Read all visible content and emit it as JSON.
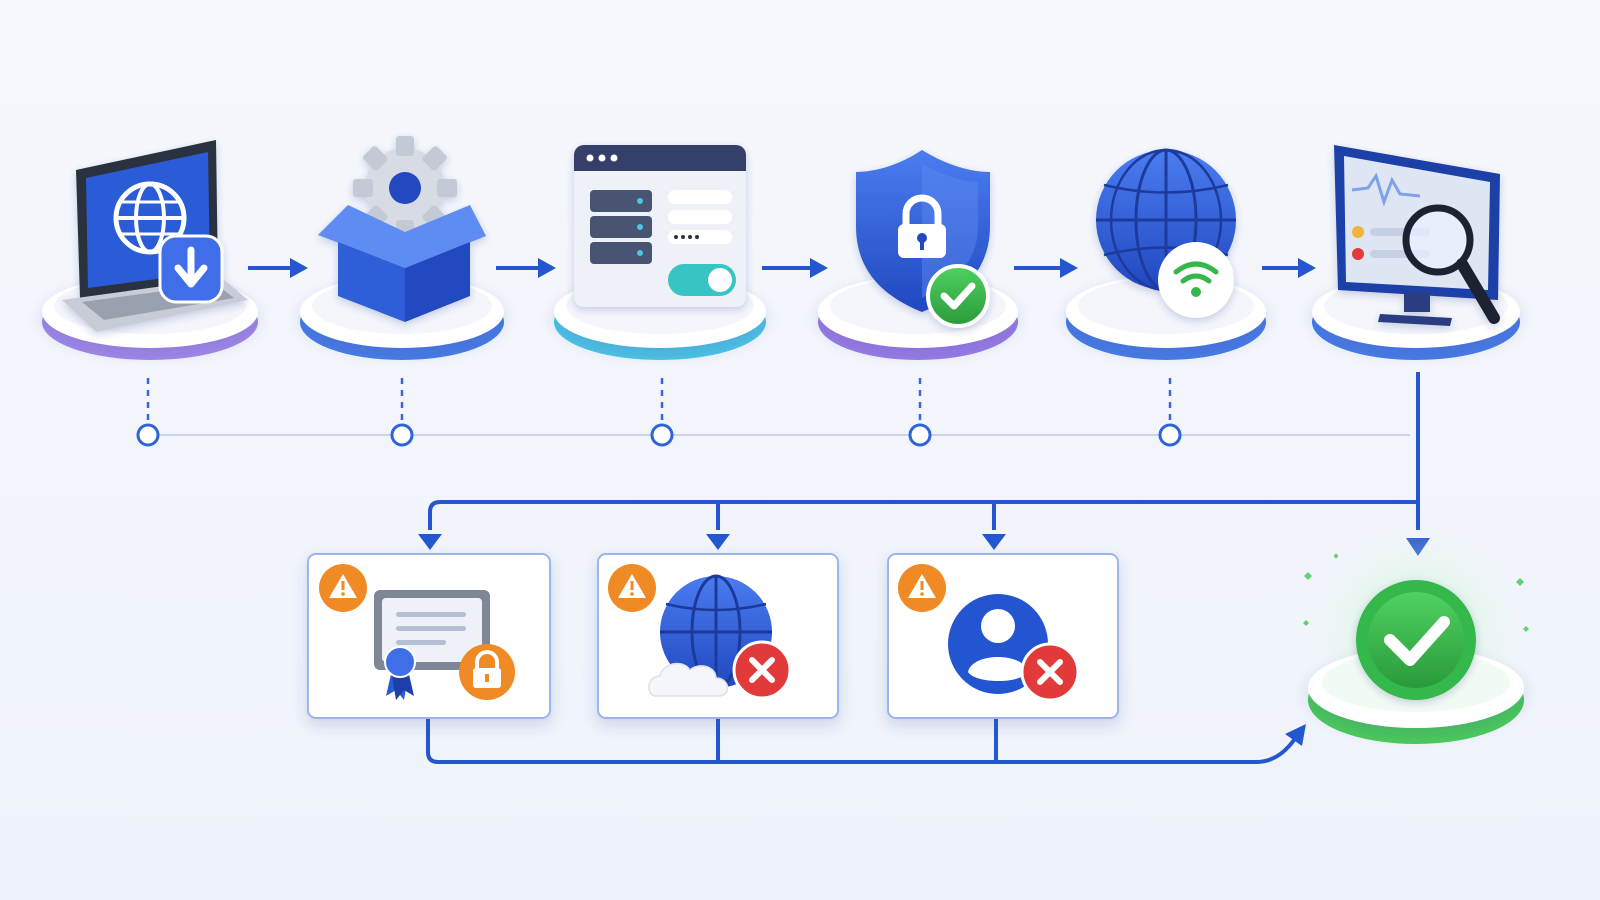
{
  "colors": {
    "primary_blue": "#2a5bd7",
    "dark_blue": "#1d3fa8",
    "connector_blue": "#2457cf",
    "purple_ring": "#9b7be6",
    "cyan_ring": "#4fc3e6",
    "success_green": "#35b84b",
    "warning_orange": "#f08a24",
    "error_red": "#e23a3a",
    "platform_white": "#ffffff",
    "timeline_line": "#c8d3ea"
  },
  "flow_steps": [
    {
      "id": "download",
      "icon": "laptop-globe-download-icon",
      "ring": "purple"
    },
    {
      "id": "install",
      "icon": "box-gear-icon",
      "ring": "blue"
    },
    {
      "id": "configure",
      "icon": "server-settings-window-icon",
      "ring": "cyan"
    },
    {
      "id": "secure",
      "icon": "shield-lock-check-icon",
      "ring": "purple"
    },
    {
      "id": "connect",
      "icon": "globe-wifi-icon",
      "ring": "blue"
    },
    {
      "id": "monitor",
      "icon": "monitor-magnifier-icon",
      "ring": "blue"
    }
  ],
  "error_cases": [
    {
      "id": "certificate-error",
      "icon": "certificate-lock-icon",
      "badge": "warning-icon"
    },
    {
      "id": "network-error",
      "icon": "globe-cloud-error-icon",
      "badge": "warning-icon"
    },
    {
      "id": "account-error",
      "icon": "user-error-icon",
      "badge": "warning-icon"
    }
  ],
  "success_outcome": {
    "icon": "success-check-icon"
  }
}
